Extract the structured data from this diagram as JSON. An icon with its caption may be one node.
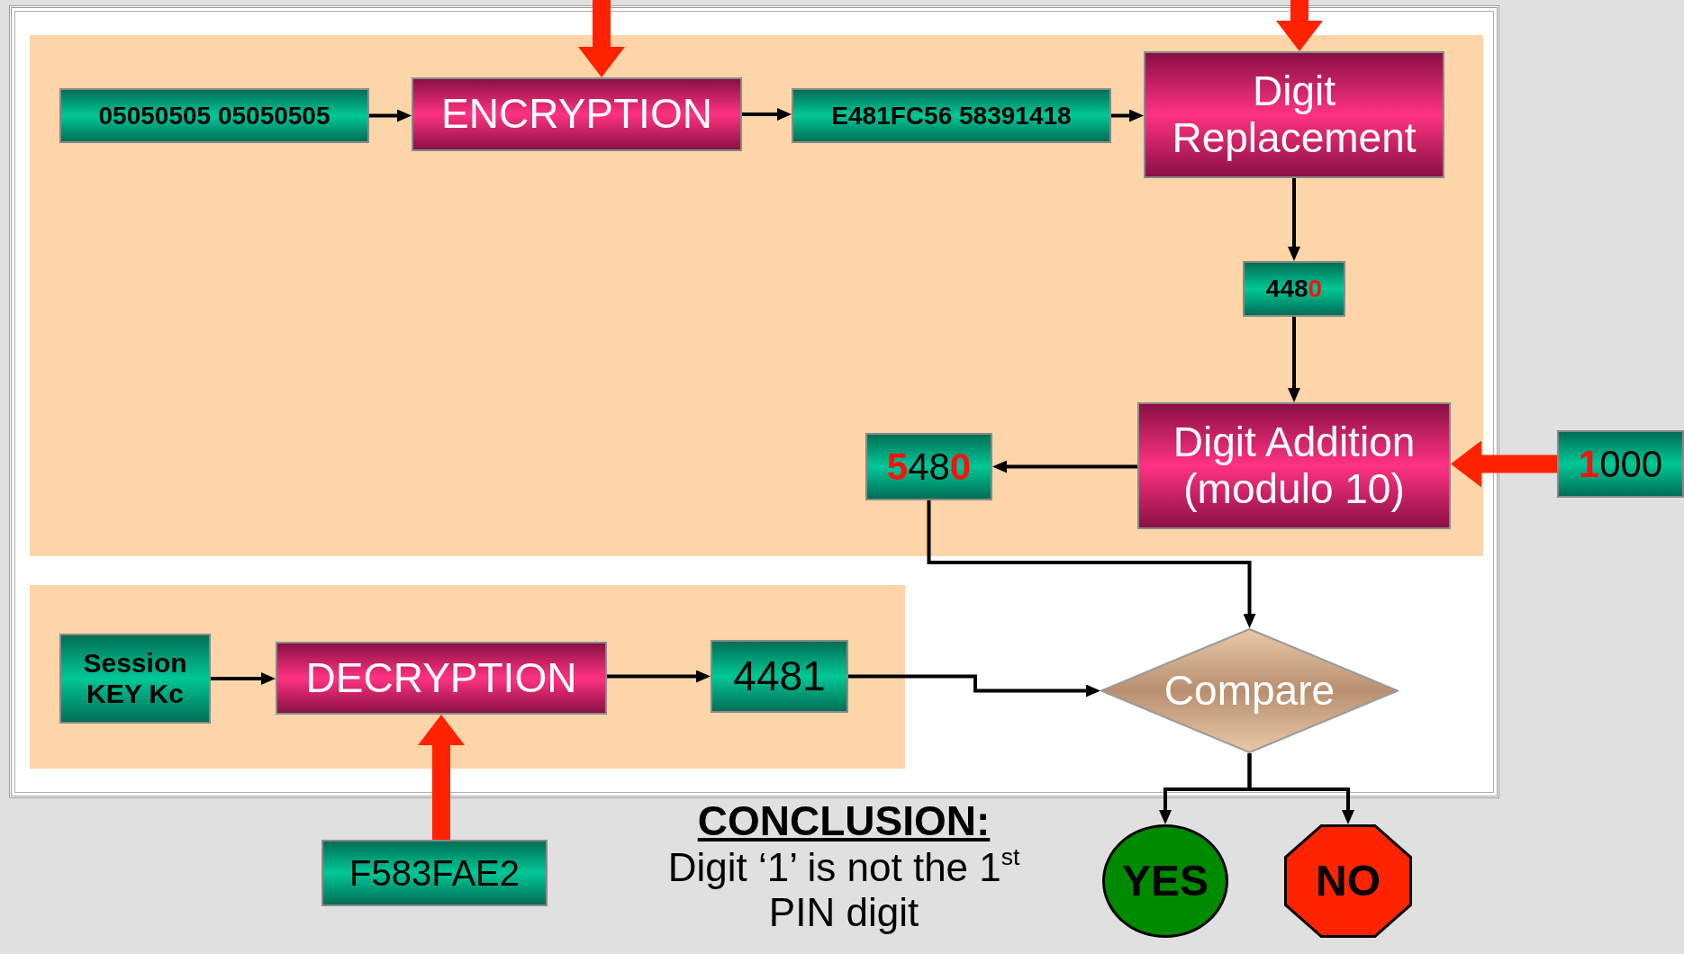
{
  "diagram": {
    "nodes": [
      {
        "text": [],
        "shape": "box"
      },
      {
        "text": [
          "05050505 05050505"
        ],
        "in": 0
      },
      {
        "text": [
          "ENCRYPTION"
        ],
        "in": 0
      },
      {
        "text": [
          "E481FC56 58391418"
        ],
        "in": 0
      },
      {
        "text": [
          "Digit Replacement"
        ],
        "in": 0
      },
      {
        "text": [
          "4480"
        ],
        "in": 0
      },
      {
        "text": [
          "Digit Addition (modulo 10)"
        ],
        "in": 0
      },
      {
        "text": [
          "5480"
        ],
        "in": 0
      },
      {
        "text": [
          "1000"
        ]
      },
      {
        "text": [],
        "shape": "box"
      },
      {
        "text": [
          "Session KEY Kc"
        ],
        "in": 9
      },
      {
        "text": [
          "DECRYPTION"
        ],
        "in": 9
      },
      {
        "text": [
          "4481"
        ],
        "in": 9
      },
      {
        "text": [
          "Compare"
        ]
      },
      {
        "text": [
          "F583FAE2"
        ]
      },
      {
        "text": [
          "YES"
        ]
      },
      {
        "text": [
          "NO"
        ]
      }
    ],
    "edges": [
      {
        "from": 1,
        "to": 2,
        "arrow": "to"
      },
      {
        "from": 2,
        "to": 3,
        "arrow": "to"
      },
      {
        "from": 3,
        "to": 4,
        "arrow": "to"
      },
      {
        "from": null,
        "to": 2,
        "arrow": "to",
        "style": "thick",
        "color": "#ff2200"
      },
      {
        "from": null,
        "to": 4,
        "arrow": "to",
        "style": "thick",
        "color": "#ff2200"
      },
      {
        "from": 4,
        "to": 5,
        "arrow": "to"
      },
      {
        "from": 5,
        "to": 6,
        "arrow": "to"
      },
      {
        "from": 6,
        "to": 7,
        "arrow": "to"
      },
      {
        "from": 8,
        "to": 6,
        "arrow": "to",
        "style": "thick",
        "color": "#ff2200"
      },
      {
        "from": 7,
        "to": 13,
        "arrow": "to"
      },
      {
        "from": 10,
        "to": 11,
        "arrow": "to"
      },
      {
        "from": 11,
        "to": 12,
        "arrow": "to"
      },
      {
        "from": 12,
        "to": 13,
        "arrow": "to"
      },
      {
        "from": 14,
        "to": 11,
        "arrow": "to",
        "style": "thick",
        "color": "#ff2200"
      },
      {
        "from": 13,
        "to": 15,
        "arrow": "to"
      },
      {
        "from": 13,
        "to": 16,
        "arrow": "to"
      }
    ],
    "labels": [
      "CONCLUSION:",
      "Digit ‘1’ is not the 1$^{st}$ PIN digit"
    ]
  }
}
